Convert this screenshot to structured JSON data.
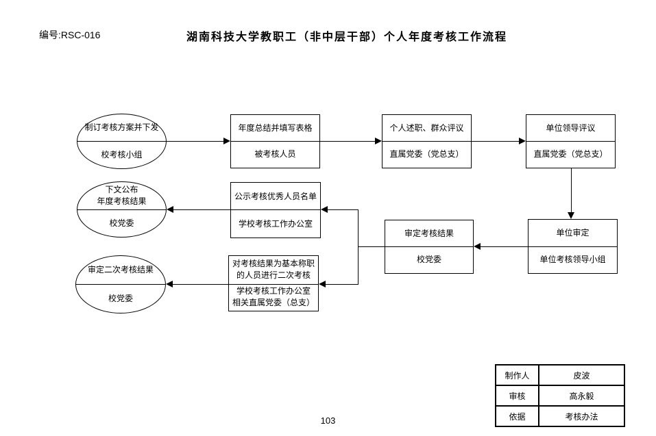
{
  "colors": {
    "ink": "#000000",
    "paper": "#ffffff"
  },
  "header": {
    "doc_number": "编号:RSC-016",
    "title": "湖南科技大学教职工（非中层干部）个人年度考核工作流程"
  },
  "flow": {
    "nodes": {
      "plan": {
        "top": "制订考核方案并下发",
        "bottom": "校考核小组"
      },
      "summary": {
        "top": "年度总结并填写表格",
        "bottom": "被考核人员"
      },
      "debrief": {
        "top": "个人述职、群众评议",
        "bottom": "直属党委（党总支）"
      },
      "leader_review": {
        "top": "单位领导评议",
        "bottom": "直属党委（党总支）"
      },
      "unit_decide": {
        "top": "单位审定",
        "bottom": "单位考核领导小组"
      },
      "confirm_result": {
        "top": "审定考核结果",
        "bottom": "校党委"
      },
      "publicize": {
        "top": "公示考核优秀人员名单",
        "bottom": "学校考核工作办公室"
      },
      "announce": {
        "top1": "下文公布",
        "top2": "年度考核结果",
        "bottom": "校党委"
      },
      "second_review": {
        "top1": "对考核结果为基本称职",
        "top2": "的人员进行二次考核",
        "bottom1": "学校考核工作办公室",
        "bottom2": "相关直属党委（总支）"
      },
      "confirm_second": {
        "top": "审定二次考核结果",
        "bottom": "校党委"
      }
    }
  },
  "info_table": {
    "rows": [
      {
        "label": "制作人",
        "value": "皮波"
      },
      {
        "label": "审核",
        "value": "高永毅"
      },
      {
        "label": "依据",
        "value": "考核办法"
      }
    ]
  },
  "footer": {
    "page_number": "103"
  }
}
